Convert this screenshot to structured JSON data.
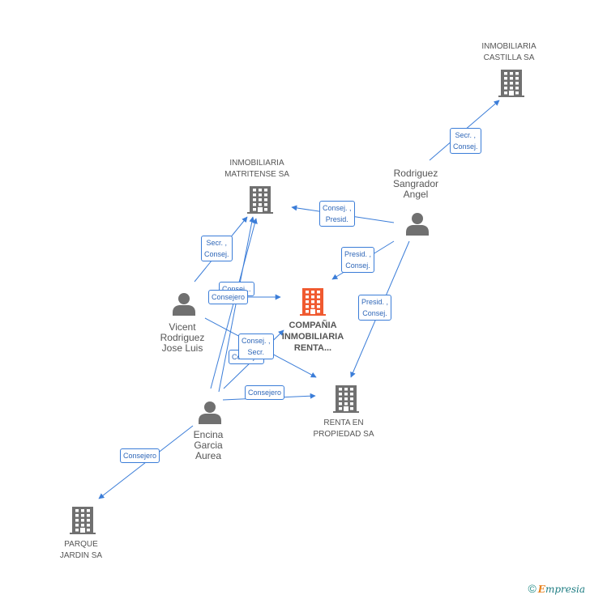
{
  "colors": {
    "edge": "#3b7dd8",
    "company_icon": "#707070",
    "center_icon": "#f05a30",
    "person_icon": "#707070",
    "text": "#555555"
  },
  "nodes": {
    "castilla": {
      "type": "company",
      "label_lines": [
        "INMOBILIARIA",
        "CASTILLA SA"
      ]
    },
    "matritense": {
      "type": "company",
      "label_lines": [
        "INMOBILIARIA",
        "MATRITENSE SA"
      ]
    },
    "center": {
      "type": "center-company",
      "label_lines": [
        "COMPAÑIA",
        "INMOBILIARIA",
        "RENTA..."
      ]
    },
    "renta": {
      "type": "company",
      "label_lines": [
        "RENTA EN",
        "PROPIEDAD SA"
      ]
    },
    "parque": {
      "type": "company",
      "label_lines": [
        "PARQUE",
        "JARDIN SA"
      ]
    },
    "rodriguez": {
      "type": "person",
      "label_lines": [
        "Rodriguez",
        "Sangrador",
        "Angel"
      ]
    },
    "vicent": {
      "type": "person",
      "label_lines": [
        "Vicent",
        "Rodriguez",
        "Jose Luis"
      ]
    },
    "encina": {
      "type": "person",
      "label_lines": [
        "Encina",
        "Garcia",
        "Aurea"
      ]
    }
  },
  "edges": [
    {
      "id": "rod-castilla",
      "lines": [
        "Secr. ,",
        "Consej."
      ]
    },
    {
      "id": "rod-matritense",
      "lines": [
        "Consej. ,",
        "Presid."
      ]
    },
    {
      "id": "rod-center",
      "lines": [
        "Presid. ,",
        "Consej."
      ]
    },
    {
      "id": "rod-renta",
      "lines": [
        "Presid. ,",
        "Consej."
      ]
    },
    {
      "id": "vic-matritense",
      "lines": [
        "Secr. ,",
        "Consej."
      ]
    },
    {
      "id": "vic-center-a",
      "lines": [
        "Consej..."
      ]
    },
    {
      "id": "vic-center-b",
      "lines": [
        "Consejero"
      ]
    },
    {
      "id": "vic-renta",
      "lines": [
        "Consej. ,",
        "Secr."
      ]
    },
    {
      "id": "enc-center-hidden",
      "lines": [
        "Consej..."
      ]
    },
    {
      "id": "enc-renta",
      "lines": [
        "Consejero"
      ]
    },
    {
      "id": "enc-parque",
      "lines": [
        "Consejero"
      ]
    }
  ],
  "watermark": {
    "copyright": "©",
    "brand_first": "E",
    "brand_rest": "mpresia"
  }
}
